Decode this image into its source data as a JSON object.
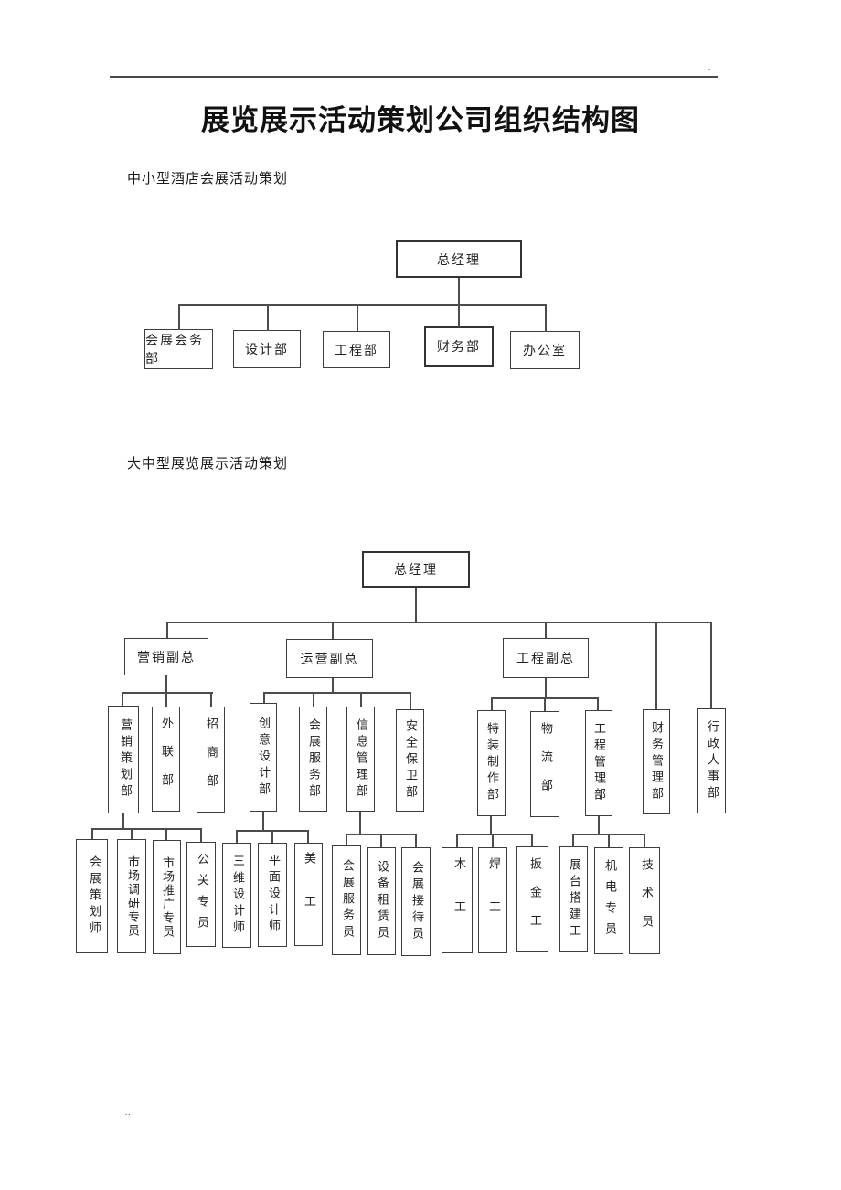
{
  "page": {
    "title": "展览展示活动策划公司组织结构图",
    "section1_label": "中小型酒店会展活动策划",
    "section2_label": "大中型展览展示活动策划",
    "corner_mark": ".",
    "footer_mark": ".."
  },
  "chart1": {
    "root": "总经理",
    "departments": [
      "会展会务部",
      "设计部",
      "工程部",
      "财务部",
      "办公室"
    ]
  },
  "chart2": {
    "root": "总经理",
    "vice_presidents": [
      "营销副总",
      "运营副总",
      "工程副总"
    ],
    "direct_departments": [
      "财务管理部",
      "行政人事部"
    ],
    "marketing_departments": [
      "营销策划部",
      "外联部",
      "招商部"
    ],
    "operations_departments": [
      "创意设计部",
      "会展服务部",
      "信息管理部",
      "安全保卫部"
    ],
    "engineering_departments": [
      "特装制作部",
      "物流部",
      "工程管理部"
    ],
    "planning_roles": [
      "会展策划师",
      "市场调研专员",
      "市场推广专员",
      "公关专员"
    ],
    "creative_roles": [
      "三维设计师",
      "平面设计师",
      "美工"
    ],
    "info_roles": [
      "会展服务员",
      "设备租赁员",
      "会展接待员"
    ],
    "fabrication_roles": [
      "木工",
      "焊工",
      "扳金工"
    ],
    "project_roles": [
      "展台搭建工",
      "机电专员",
      "技术员"
    ]
  }
}
